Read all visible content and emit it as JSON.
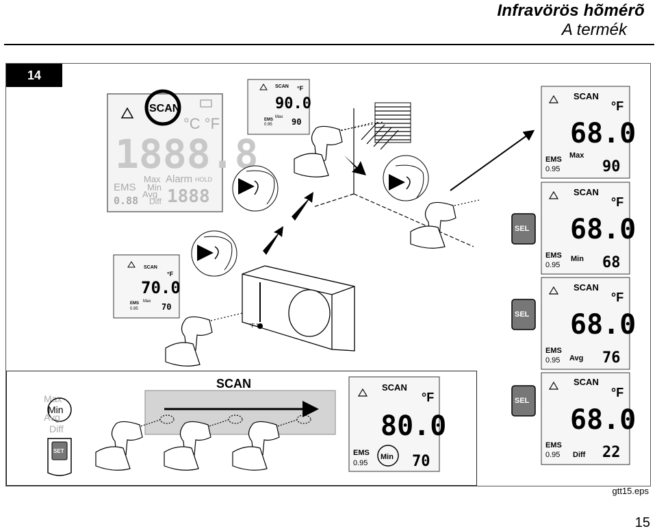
{
  "header": {
    "title": "Infravörös hõmérõ",
    "subtitle": "A termék"
  },
  "figure": {
    "number": "14",
    "label": "gtt15.eps"
  },
  "page_number": "15",
  "full_display": {
    "scan": "SCAN",
    "units": "°C °F",
    "digits": "1888.8",
    "max": "Max",
    "min": "Min",
    "avg": "Avg",
    "diff": "Diff",
    "alarm": "Alarm",
    "hold": "HOLD",
    "ems": "EMS",
    "ems_value": "0.88",
    "small_digits": "1888"
  },
  "wall_display": {
    "scan": "SCAN",
    "unit": "°F",
    "reading": "90.0",
    "ems": "EMS",
    "ems_value": "0.95",
    "mode": "Max",
    "mode_value": "90"
  },
  "thermostat_display": {
    "scan": "SCAN",
    "unit": "°F",
    "reading": "70.0",
    "ems": "EMS",
    "ems_value": "0.95",
    "mode": "Max",
    "mode_value": "70",
    "dial_units": "°F  °C"
  },
  "side_displays": [
    {
      "scan": "SCAN",
      "unit": "°F",
      "reading": "68.0",
      "ems": "EMS",
      "ems_value": "0.95",
      "mode": "Max",
      "mode_value": "90"
    },
    {
      "scan": "SCAN",
      "unit": "°F",
      "reading": "68.0",
      "ems": "EMS",
      "ems_value": "0.95",
      "mode": "Min",
      "mode_value": "68"
    },
    {
      "scan": "SCAN",
      "unit": "°F",
      "reading": "68.0",
      "ems": "EMS",
      "ems_value": "0.95",
      "mode": "Avg",
      "mode_value": "76"
    },
    {
      "scan": "SCAN",
      "unit": "°F",
      "reading": "68.0",
      "ems": "EMS",
      "ems_value": "0.95",
      "mode": "Diff",
      "mode_value": "22"
    }
  ],
  "sel_button": "SEL",
  "scan_section": {
    "title": "SCAN",
    "mode_list": [
      "Max",
      "Min",
      "Avg",
      "Diff"
    ],
    "set_button": "SET",
    "display": {
      "scan": "SCAN",
      "unit": "°F",
      "reading": "80.0",
      "ems": "EMS",
      "ems_value": "0.95",
      "mode": "Min",
      "mode_value": "70"
    }
  }
}
